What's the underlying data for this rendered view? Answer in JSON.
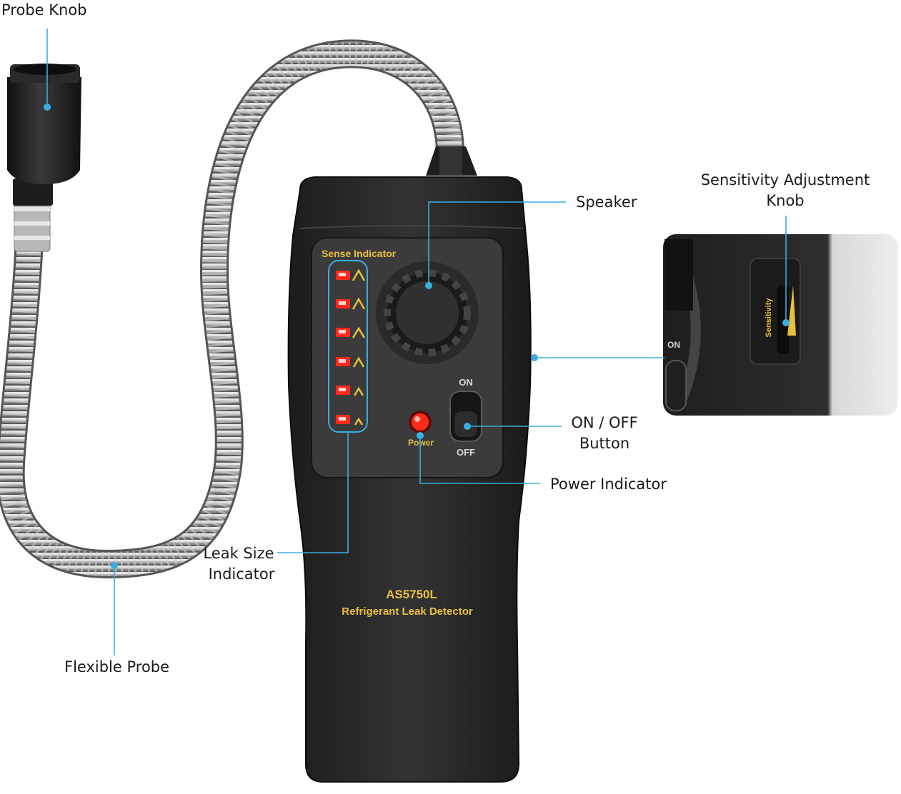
{
  "callouts": {
    "probe_knob": "Probe Knob",
    "speaker": "Speaker",
    "sensitivity_line1": "Sensitivity Adjustment",
    "sensitivity_line2": "Knob",
    "onoff_line1": "ON / OFF",
    "onoff_line2": "Button",
    "power_indicator": "Power Indicator",
    "leak_size_line1": "Leak Size",
    "leak_size_line2": "Indicator",
    "flexible_probe": "Flexible Probe"
  },
  "device": {
    "sense_label": "Sense Indicator",
    "power_label": "Power",
    "switch_on": "ON",
    "switch_off": "OFF",
    "model": "AS5750L",
    "product_name": "Refrigerant Leak Detector"
  },
  "inset": {
    "sensitivity_label": "Sensitivity",
    "on_label": "ON"
  },
  "colors": {
    "callout_line": "#3aaee0",
    "device_body": "#2b2b2b",
    "device_text": "#e8c040",
    "led_red": "#ff2a1a"
  }
}
